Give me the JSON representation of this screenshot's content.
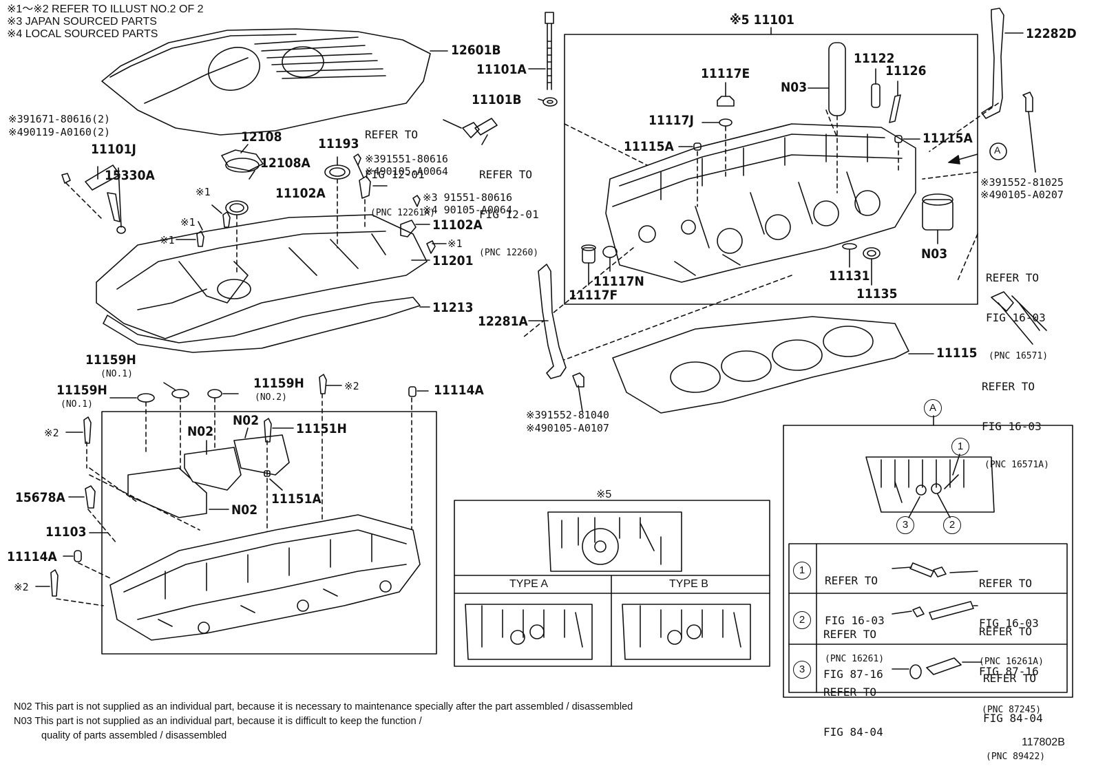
{
  "header": {
    "line1": "※1〜※2  REFER TO ILLUST NO.2 OF 2",
    "line2": "※3 JAPAN SOURCED PARTS",
    "line3": "※4 LOCAL SOURCED PARTS"
  },
  "parts": {
    "p12601B": "12601B",
    "p11101A": "11101A",
    "p11101B": "11101B",
    "p11101": "※5 11101",
    "p12282D": "12282D",
    "p11117E": "11117E",
    "p11122": "11122",
    "p11126": "11126",
    "pN03a": "N03",
    "p11117J": "11117J",
    "p11115A_l": "11115A",
    "p11115A_r": "11115A",
    "bolt_r1": "※391552-81025",
    "bolt_r2": "※490105-A0207",
    "pN03b": "N03",
    "p11117N": "11117N",
    "p11117F": "11117F",
    "p11131": "11131",
    "p11135": "11135",
    "p11115": "11115",
    "p12281A": "12281A",
    "bolt_b1": "※391552-81040",
    "bolt_b2": "※490105-A0107",
    "bolt_tl1": "※391671-80616(2)",
    "bolt_tl2": "※490119-A0160(2)",
    "p11101J": "11101J",
    "p15330A": "15330A",
    "p12108": "12108",
    "p12108A": "12108A",
    "p11193": "11193",
    "bolt_m1": "※391551-80616",
    "bolt_m2": "※490105-A0064",
    "p11102A_a": "11102A",
    "bolt_m3": "※3 91551-80616",
    "bolt_m4": "※4 90105-A0064",
    "p11102A_b": "11102A",
    "p11201": "11201",
    "p11213": "11213",
    "mark1a": "※1",
    "mark1b": "※1",
    "mark1c": "※1",
    "mark1d": "※1",
    "p11159H_a": "11159H",
    "no1_a": "(NO.1)",
    "p11159H_b": "11159H",
    "no1_b": "(NO.1)",
    "p11159H_c": "11159H",
    "no2": "(NO.2)",
    "mark2a": "※2",
    "p11114A_a": "11114A",
    "mark2b": "※2",
    "pN02a": "N02",
    "pN02b": "N02",
    "p11151H": "11151H",
    "p15678A": "15678A",
    "pN02c": "N02",
    "p11151A": "11151A",
    "p11103": "11103",
    "p11114A_b": "11114A",
    "mark2c": "※2"
  },
  "refs": {
    "r1_1": "REFER TO",
    "r1_2": "FIG 12-01",
    "r1_3": "(PNC 12261A)",
    "r2_1": "REFER TO",
    "r2_2": "FIG 12-01",
    "r2_3": "(PNC 12260)",
    "r3_1": "REFER TO",
    "r3_2": "FIG 16-03",
    "r3_3": "(PNC 16571)",
    "r4_1": "REFER TO",
    "r4_2": "FIG 16-03",
    "r4_3": "(PNC 16571A)"
  },
  "inset5": {
    "title": "※5",
    "typeA": "TYPE A",
    "typeB": "TYPE B"
  },
  "insetA": {
    "marker": "A",
    "rows": [
      {
        "num": "1",
        "left1": "REFER TO",
        "left2": "FIG 16-03",
        "left3": "(PNC 16261)",
        "right1": "REFER TO",
        "right2": "FIG 16-03",
        "right3": "(PNC 16261A)"
      },
      {
        "num": "2",
        "left1": "REFER TO",
        "left2": "FIG 87-16",
        "left3": "",
        "right1": "REFER TO",
        "right2": "FIG 87-16",
        "right3": "(PNC 87245)"
      },
      {
        "num": "3",
        "left1": "REFER TO",
        "left2": "FIG 84-04",
        "left3": "",
        "right1": "REFER TO",
        "right2": "FIG 84-04",
        "right3": "(PNC 89422)"
      }
    ],
    "callouts": [
      "1",
      "3",
      "2"
    ]
  },
  "arrowA": "A",
  "footer": {
    "n02": "N02  This part is not supplied as an individual part, because it is necessary to maintenance specially after the part assembled / disassembled",
    "n03a": "N03  This part is not supplied as an individual part, because it is difficult to keep the function /",
    "n03b": "quality of parts  assembled / disassembled",
    "figno": "117802B"
  }
}
